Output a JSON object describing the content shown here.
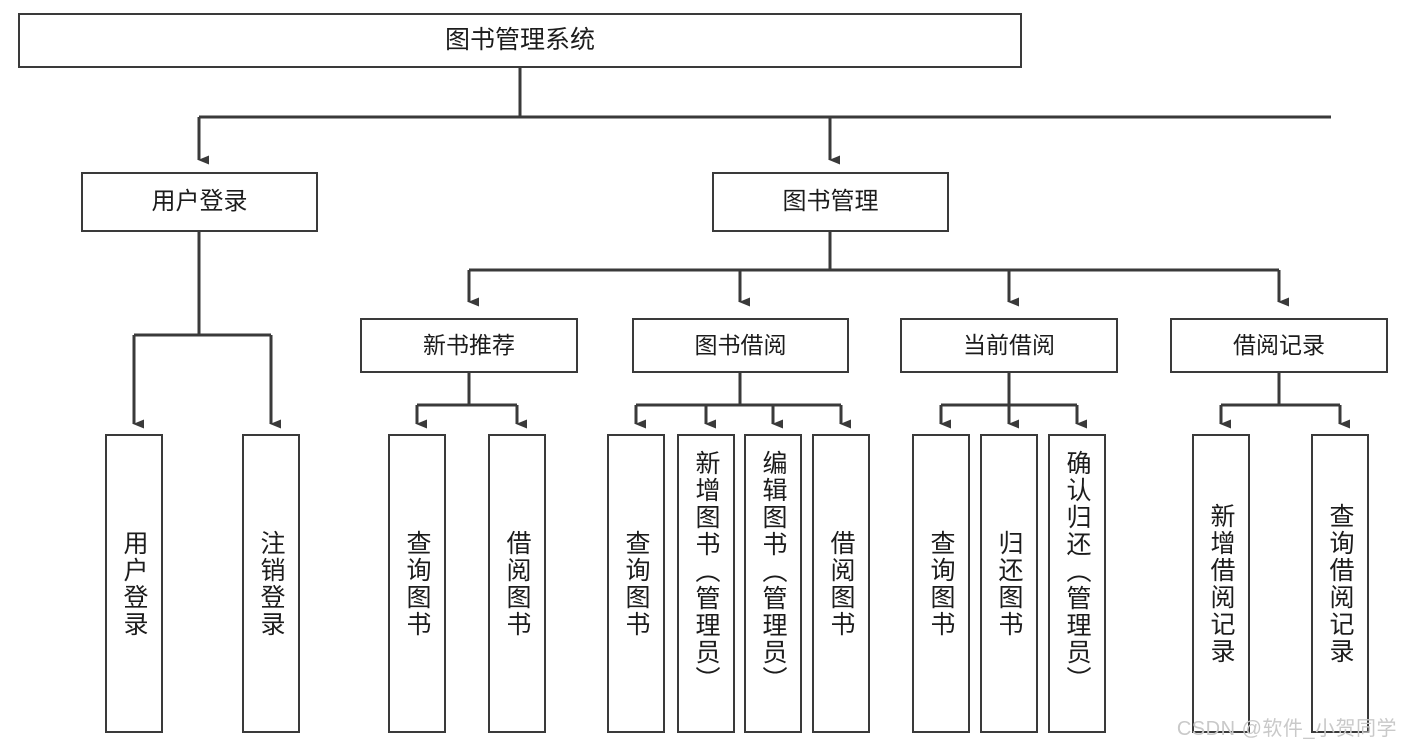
{
  "diagram": {
    "title": "图书管理系统",
    "watermark": "CSDN @软件_小贺同学",
    "stroke_color": "#3a3a3a",
    "text_color": "#1c1c1c",
    "background_color": "#ffffff",
    "watermark_color": "#c9c9c9"
  },
  "root": {
    "label": "图书管理系统"
  },
  "level2": [
    {
      "label": "用户登录"
    },
    {
      "label": "图书管理"
    }
  ],
  "level3": [
    {
      "label": "新书推荐"
    },
    {
      "label": "图书借阅"
    },
    {
      "label": "当前借阅"
    },
    {
      "label": "借阅记录"
    }
  ],
  "leaves": {
    "user_login": [
      {
        "label": "用户登录"
      },
      {
        "label": "注销登录"
      }
    ],
    "new_book_recommend": [
      {
        "label": "查询图书"
      },
      {
        "label": "借阅图书"
      }
    ],
    "book_borrow": [
      {
        "label": "查询图书"
      },
      {
        "label": "新增图书（管理员）"
      },
      {
        "label": "编辑图书（管理员）"
      },
      {
        "label": "借阅图书"
      }
    ],
    "current_borrow": [
      {
        "label": "查询图书"
      },
      {
        "label": "归还图书"
      },
      {
        "label": "确认归还（管理员）"
      }
    ],
    "borrow_record": [
      {
        "label": "新增借阅记录"
      },
      {
        "label": "查询借阅记录"
      }
    ]
  }
}
